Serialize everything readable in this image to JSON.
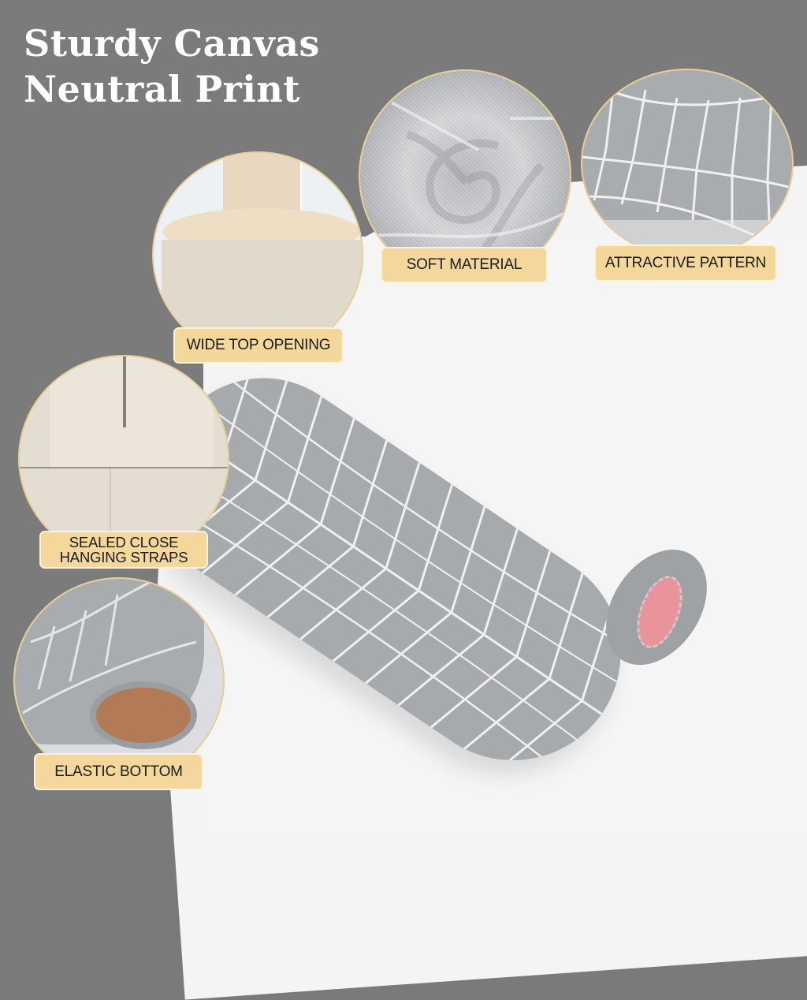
{
  "headline": {
    "line1": "Sturdy Canvas",
    "line2": "Neutral Print"
  },
  "features": [
    {
      "label": "SOFT MATERIAL",
      "image": "swirled gray canvas fabric close-up"
    },
    {
      "label": "ATTRACTIVE PATTERN",
      "image": "gray chevron print fabric close-up"
    },
    {
      "label": "WIDE TOP OPENING",
      "image": "beige canvas bag opening with strap"
    },
    {
      "label_line1": "SEALED CLOSE",
      "label_line2": "HANGING STRAPS",
      "image": "stitched beige hanging strap close-up"
    },
    {
      "label": "ELASTIC BOTTOM",
      "image": "gathered elastic bottom opening"
    }
  ],
  "product": {
    "description": "gray chevron-print cylindrical bag dispenser with elastic pink-lined bottom"
  },
  "colors": {
    "background_dark": "#7b7b7b",
    "background_light": "#f4f4f4",
    "label_fill": "#f4d79a",
    "label_text": "#1c1c1c",
    "circle_border": "#e6cf97",
    "fabric_gray": "#a9acae",
    "lining_pink": "#e9939a"
  }
}
